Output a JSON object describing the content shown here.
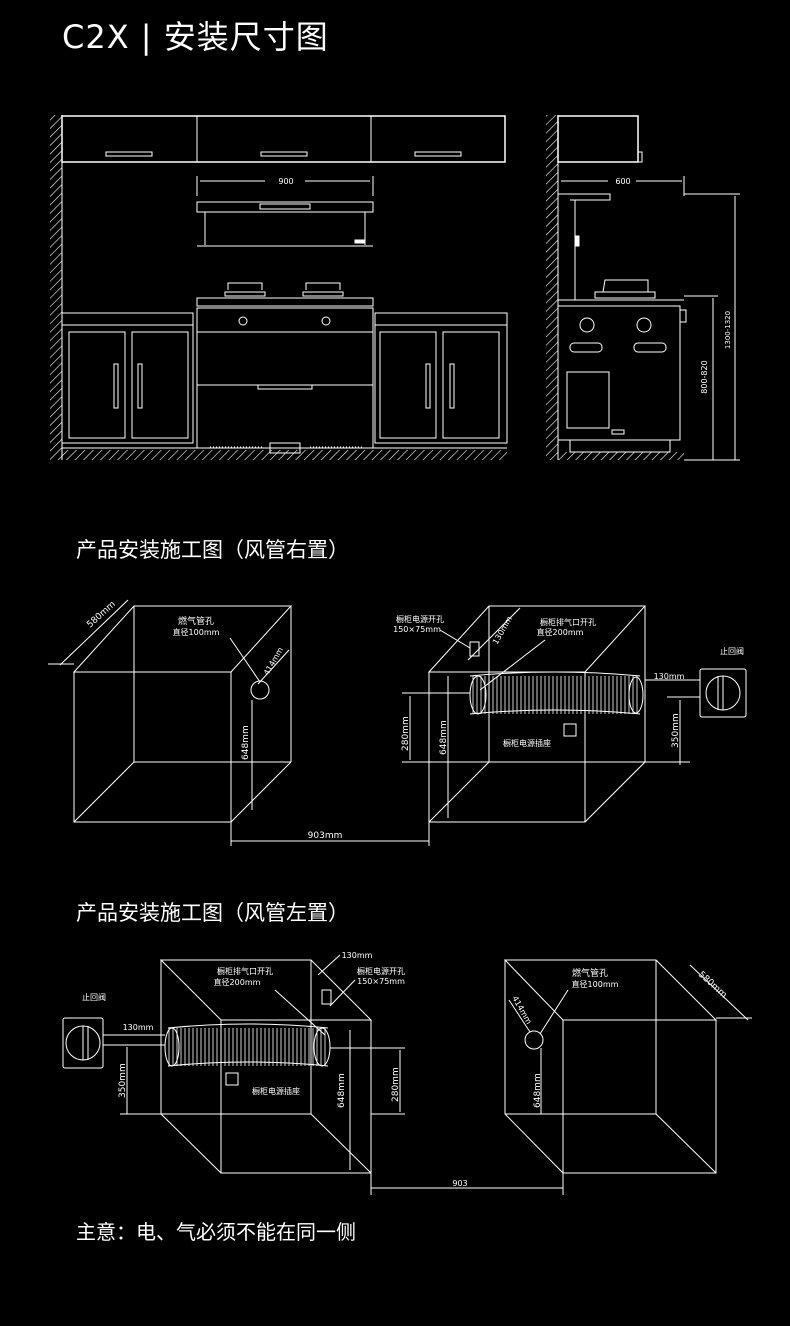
{
  "page_title": "C2X | 安装尺寸图",
  "section_right": "产品安装施工图（风管右置）",
  "section_left": "产品安装施工图（风管左置）",
  "note": "主意：电、气必须不能在同一侧",
  "front_view": {
    "width_dim": "900"
  },
  "side_view": {
    "depth_dim": "600",
    "height_total": "1300-1320",
    "height_counter": "800-820"
  },
  "diagram_right": {
    "depth": "580mm",
    "gas_hole_title": "燃气管孔",
    "gas_hole_diameter": "直径100mm",
    "gas_offset": "414mm",
    "gas_height": "648mm",
    "power_hole_title": "橱柜电源开孔",
    "power_hole_size": "150×75mm",
    "power_offset": "130mm",
    "exhaust_title": "橱柜排气口开孔",
    "exhaust_diameter": "直径200mm",
    "exhaust_height": "280mm",
    "cab_height": "648mm",
    "socket_label": "橱柜电源插座",
    "duct_offset": "130mm",
    "valve_label": "止回阀",
    "duct_height": "350mm",
    "width": "903mm"
  },
  "diagram_left": {
    "valve_label": "止回阀",
    "duct_offset": "130mm",
    "duct_height": "350mm",
    "exhaust_title": "橱柜排气口开孔",
    "exhaust_diameter": "直径200mm",
    "socket_label": "橱柜电源插座",
    "power_offset": "130mm",
    "power_hole_title": "橱柜电源开孔",
    "power_hole_size": "150×75mm",
    "cab_height": "648mm",
    "exhaust_height": "280mm",
    "gas_hole_title": "燃气管孔",
    "gas_hole_diameter": "直径100mm",
    "gas_offset": "414mm",
    "gas_height": "648mm",
    "depth": "580mm",
    "width": "903"
  }
}
